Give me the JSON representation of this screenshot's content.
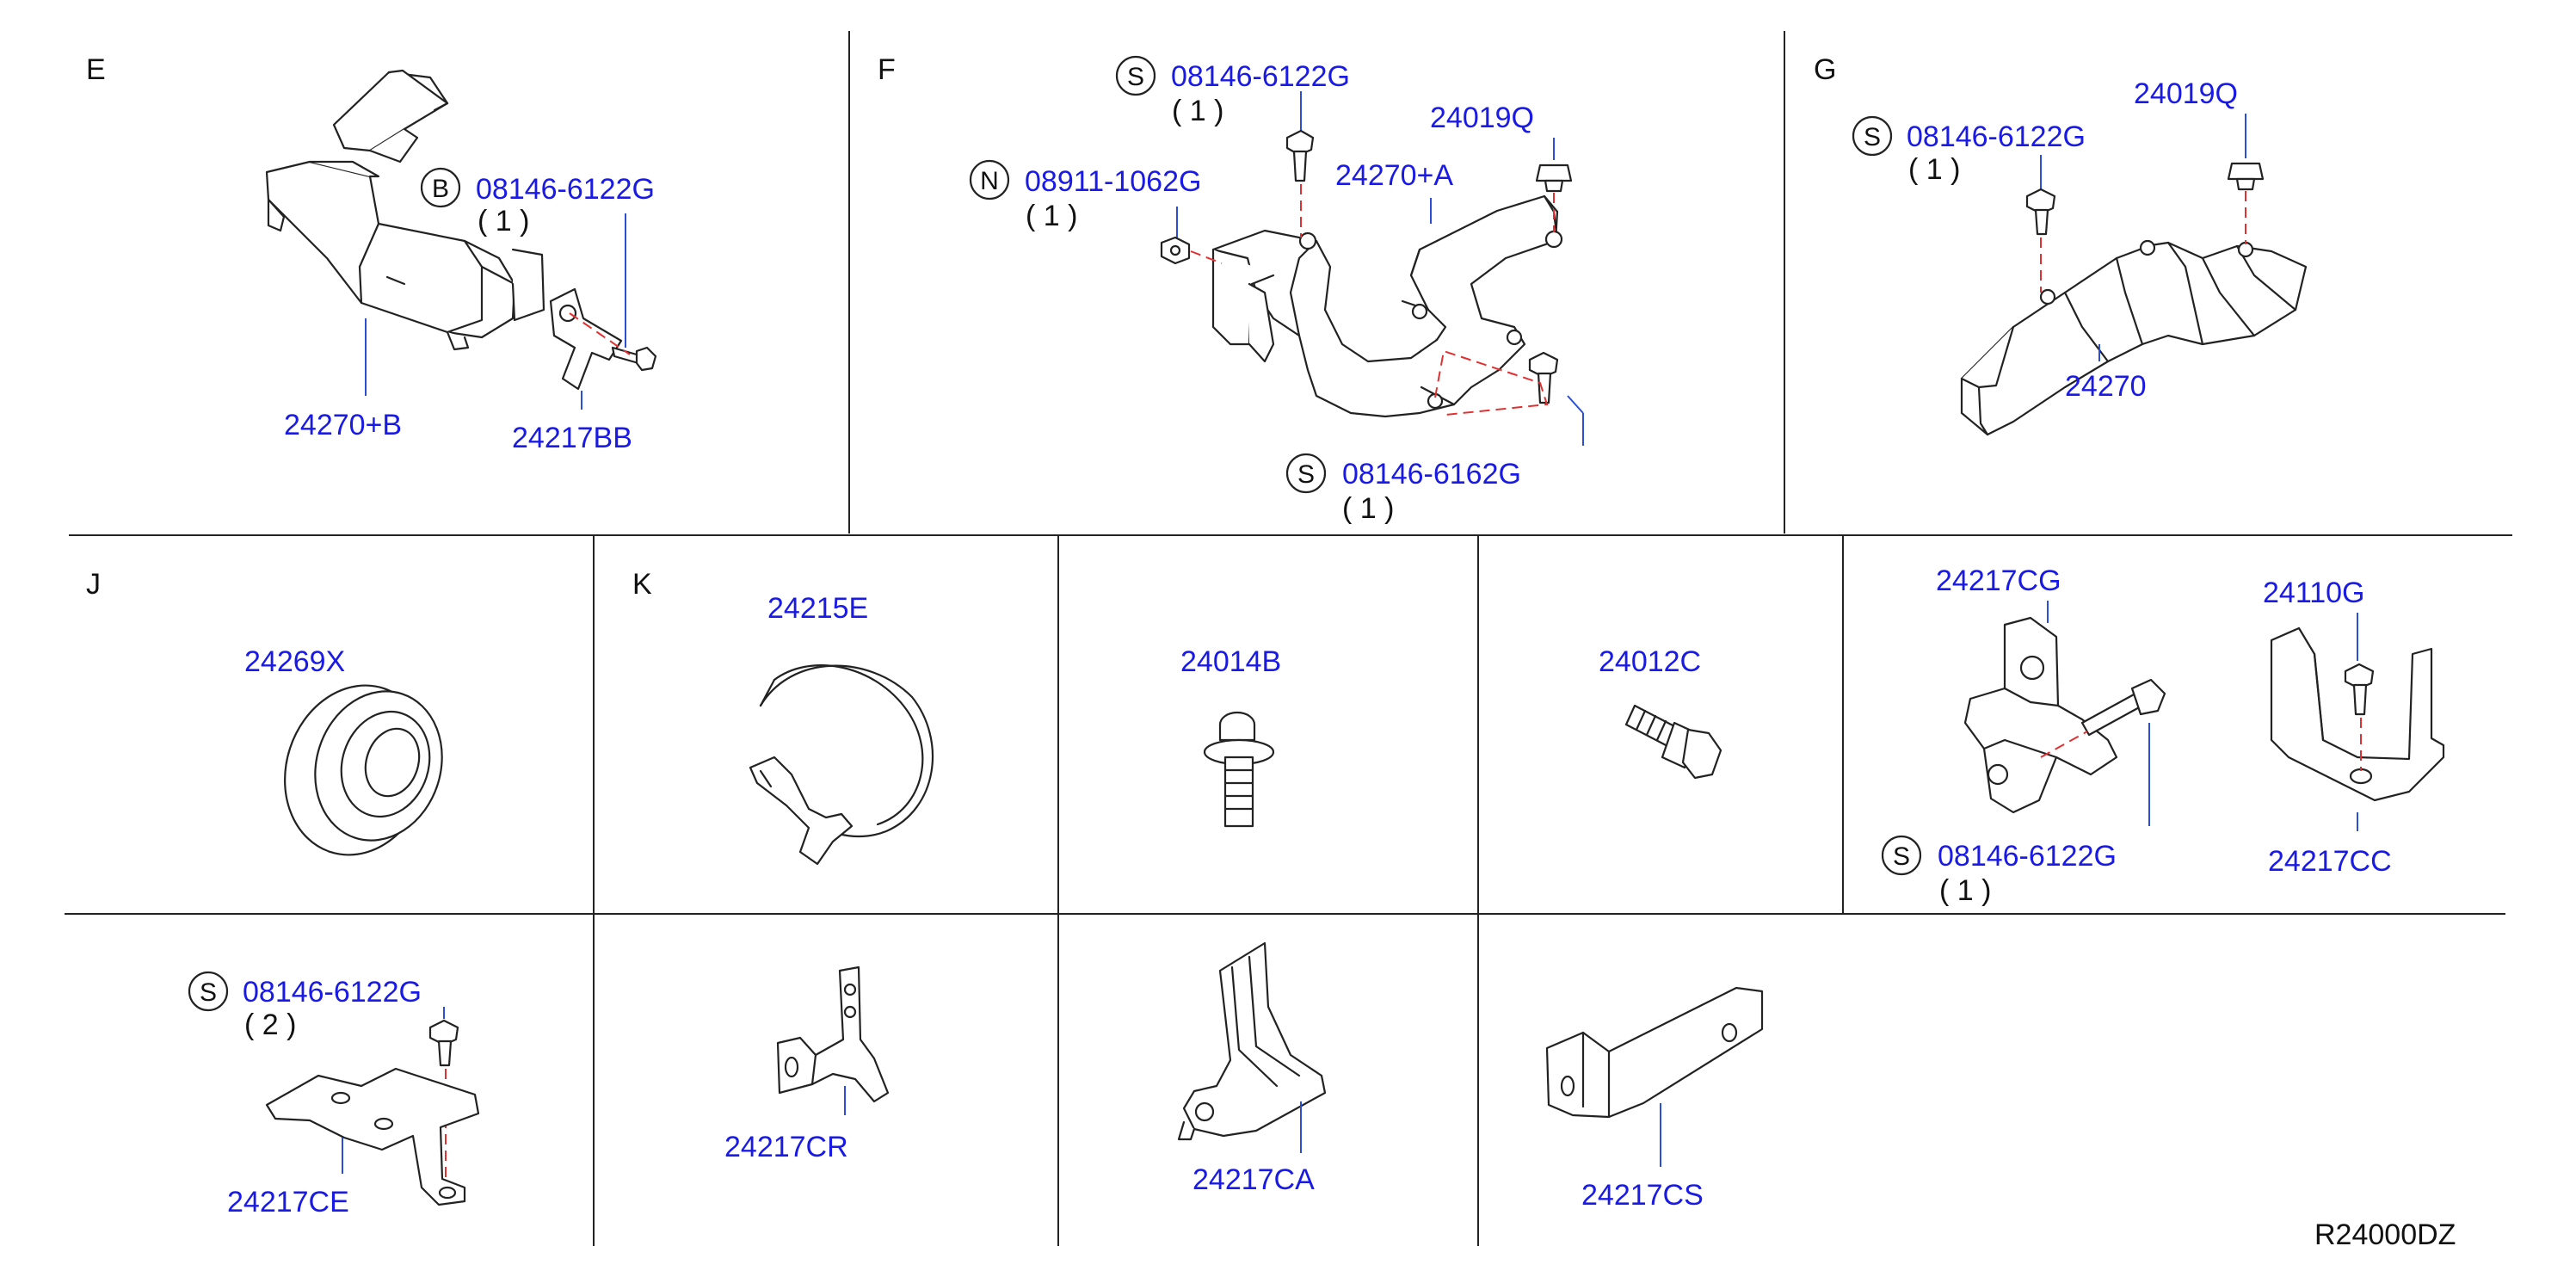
{
  "sections": {
    "E": {
      "letter": "E",
      "callouts": [
        {
          "symbol": "B",
          "part": "08146-6122G",
          "qty": "( 1 )"
        }
      ],
      "parts": [
        "24270+B",
        "24217BB"
      ]
    },
    "F": {
      "letter": "F",
      "callouts": [
        {
          "symbol": "S",
          "part": "08146-6122G",
          "qty": "( 1 )"
        },
        {
          "symbol": "N",
          "part": "08911-1062G",
          "qty": "( 1 )"
        },
        {
          "symbol": "S",
          "part": "08146-6162G",
          "qty": "( 1 )"
        }
      ],
      "parts": [
        "24019Q",
        "24270+A"
      ]
    },
    "G": {
      "letter": "G",
      "callouts": [
        {
          "symbol": "S",
          "part": "08146-6122G",
          "qty": "( 1 )"
        }
      ],
      "parts": [
        "24019Q",
        "24270"
      ]
    },
    "J": {
      "letter": "J",
      "parts": [
        "24269X"
      ]
    },
    "K": {
      "letter": "K",
      "parts": [
        "24215E"
      ]
    },
    "cell_24014B": {
      "parts": [
        "24014B"
      ]
    },
    "cell_24012C": {
      "parts": [
        "24012C"
      ]
    },
    "cell_bracket_cg": {
      "parts": [
        "24217CG",
        "24110G",
        "24217CC"
      ],
      "callouts": [
        {
          "symbol": "S",
          "part": "08146-6122G",
          "qty": "( 1 )"
        }
      ]
    },
    "cell_24217CE": {
      "parts": [
        "24217CE"
      ],
      "callouts": [
        {
          "symbol": "S",
          "part": "08146-6122G",
          "qty": "( 2 )"
        }
      ]
    },
    "cell_24217CR": {
      "parts": [
        "24217CR"
      ]
    },
    "cell_24217CA": {
      "parts": [
        "24217CA"
      ]
    },
    "cell_24217CS": {
      "parts": [
        "24217CS"
      ]
    }
  },
  "reference_code": "R24000DZ",
  "colors": {
    "part_number": "#1a1ae6",
    "leader_line": "#2a4fd6",
    "assembly_dash": "#e23030",
    "outline": "#222222"
  }
}
